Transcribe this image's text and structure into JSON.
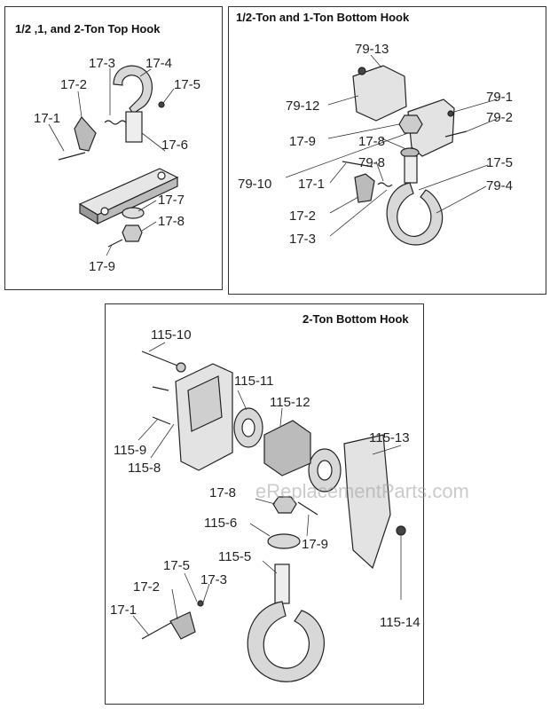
{
  "panels": {
    "top_hook": {
      "title": "1/2 ,1, and 2-Ton Top Hook",
      "labels": [
        "17-1",
        "17-2",
        "17-3",
        "17-4",
        "17-5",
        "17-6",
        "17-7",
        "17-8",
        "17-9"
      ]
    },
    "bottom_hook_small": {
      "title": "1/2-Ton and 1-Ton Bottom Hook",
      "labels": [
        "79-13",
        "79-12",
        "79-1",
        "79-2",
        "17-9",
        "17-8",
        "79-8",
        "17-5",
        "79-10",
        "17-1",
        "79-4",
        "17-2",
        "17-3"
      ]
    },
    "bottom_hook_2ton": {
      "title": "2-Ton Bottom Hook",
      "labels": [
        "115-10",
        "115-11",
        "115-12",
        "115-9",
        "115-8",
        "115-13",
        "17-8",
        "115-6",
        "17-9",
        "115-5",
        "17-5",
        "17-2",
        "17-3",
        "17-1",
        "115-14"
      ]
    }
  },
  "watermark": "eReplacementParts.com"
}
